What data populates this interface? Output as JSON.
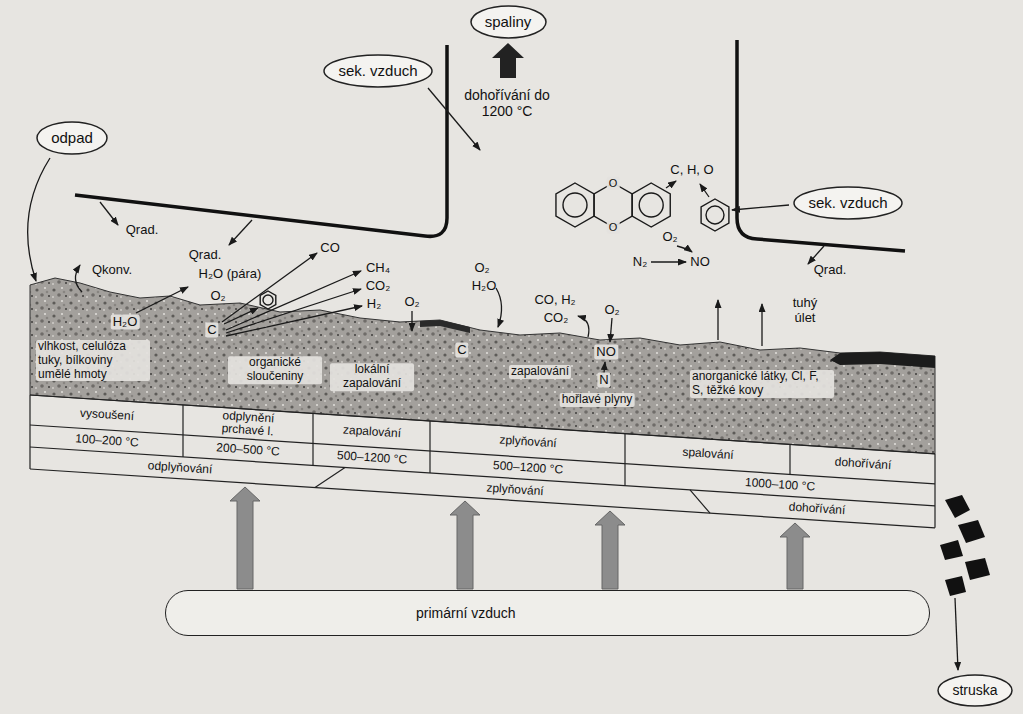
{
  "diagram": {
    "nodes": [
      {
        "text": [
          "odpad"
        ]
      },
      {
        "text": [
          "spaliny"
        ]
      },
      {
        "text": [
          "sek. vzduch"
        ]
      },
      {
        "text": [
          "sek. vzduch"
        ]
      },
      {
        "text": [
          "primární vzduch"
        ]
      },
      {
        "text": [
          "struska"
        ]
      }
    ],
    "labels": [
      "Qrad.",
      "Qkonv.",
      "Qrad.",
      "H₂O (pára)",
      "H₂O",
      "O₂",
      "C",
      "CO",
      "CH₄",
      "CO₂",
      "H₂",
      "vlhkost, celulóza tuky, bílkoviny umělé hmoty",
      "organické sloučeniny",
      "lokální zapalování",
      "O₂",
      "C",
      "O₂",
      "H₂O",
      "CO, H₂",
      "CO₂",
      "zapalování",
      "O₂",
      "NO",
      "N",
      "hořlavé plyny",
      "anorganické látky, Cl, F, S, těžké kovy",
      "tuhý úlet",
      "Qrad.",
      "dohořívání do 1200 °C",
      "C, H, O",
      "O",
      "O",
      "O₂",
      "N₂",
      "NO",
      "vysoušení",
      "odplynění prchavé l.",
      "zapalování",
      "zplyňování",
      "spalování",
      "dohořívání",
      "100–200 °C",
      "200–500 °C",
      "500–1200 °C",
      "500–1200 °C",
      "1000–100 °C",
      "odplyňování",
      "zplyňování",
      "dohořívání"
    ]
  }
}
